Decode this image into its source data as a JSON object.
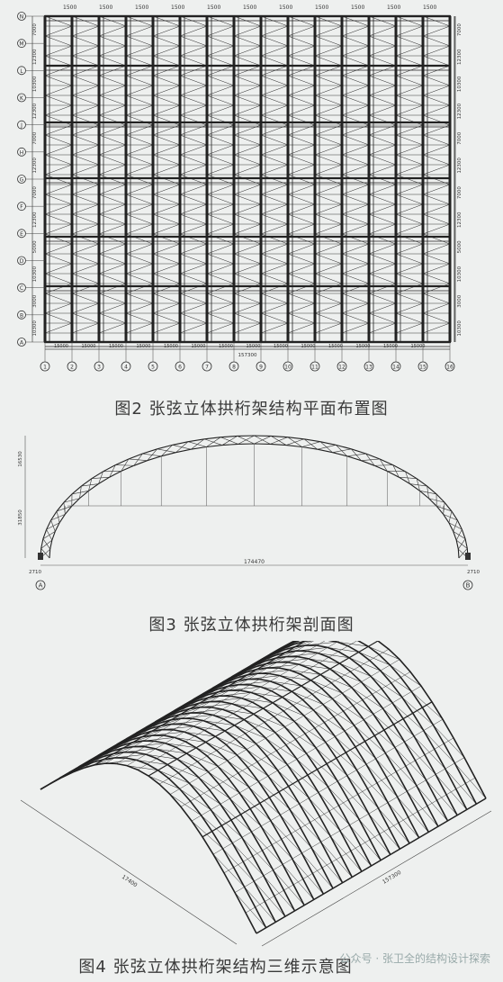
{
  "fig2": {
    "caption": "图2 张弦立体拱桁架结构平面布置图",
    "top_dims": [
      "1500",
      "1500",
      "1500",
      "1500",
      "1500",
      "1500",
      "1500",
      "1500",
      "1500",
      "1500",
      "1500"
    ],
    "left_dims": [
      "7000",
      "12300",
      "10300",
      "12300",
      "7000",
      "12300",
      "7000",
      "12300",
      "5000",
      "10300",
      "3000",
      "10300"
    ],
    "right_dims": [
      "7000",
      "12300",
      "10300",
      "12300",
      "7000",
      "12300",
      "7000",
      "12300",
      "5000",
      "10300",
      "3000",
      "10300"
    ],
    "row_axes": [
      "N",
      "M",
      "L",
      "K",
      "J",
      "H",
      "G",
      "F",
      "E",
      "D",
      "C",
      "B",
      "A"
    ],
    "col_axes": [
      "1",
      "2",
      "3",
      "4",
      "5",
      "6",
      "7",
      "8",
      "9",
      "10",
      "11",
      "12",
      "13",
      "14",
      "15",
      "16"
    ],
    "bottom_dims": [
      "15000",
      "15000",
      "15000",
      "15000",
      "15000",
      "15000",
      "15000",
      "15000",
      "15000",
      "15000",
      "15000",
      "15000",
      "15000",
      "15000"
    ],
    "bottom_total": "157300"
  },
  "fig3": {
    "caption": "图3 张弦立体拱桁架剖面图",
    "dim_rise": "16530",
    "dim_height": "31850",
    "dim_span": "174470",
    "support_label": "2710",
    "axis_left": "A",
    "axis_right": "B"
  },
  "fig4": {
    "caption": "图4 张弦立体拱桁架结构三维示意图",
    "dim_width": "17400",
    "dim_length": "157300"
  },
  "watermark": "公众号 · 张卫全的结构设计探索"
}
